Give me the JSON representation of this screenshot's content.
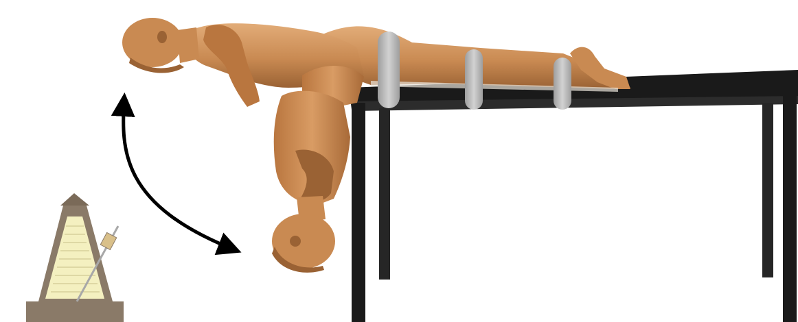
{
  "figure": {
    "elements": {
      "metronome": "metronome-icon",
      "figure_up": "person-prone-extended",
      "figure_down": "person-hanging-flexed",
      "table": "table",
      "straps": "strap",
      "arrow": "double-headed-curved-arrow"
    },
    "strap_count": 3
  },
  "colors": {
    "skin": "#c98a52",
    "skin_shadow": "#9a6234",
    "skin_highlight": "#e2ac78",
    "table": "#1a1a1a",
    "table_top_edge": "#2c2c2c",
    "strap": "#c4c4c4",
    "arrow": "#000000",
    "metronome_body": "#8a7a68",
    "metronome_face": "#f4f0c0",
    "metronome_weight": "#d9c08a"
  }
}
